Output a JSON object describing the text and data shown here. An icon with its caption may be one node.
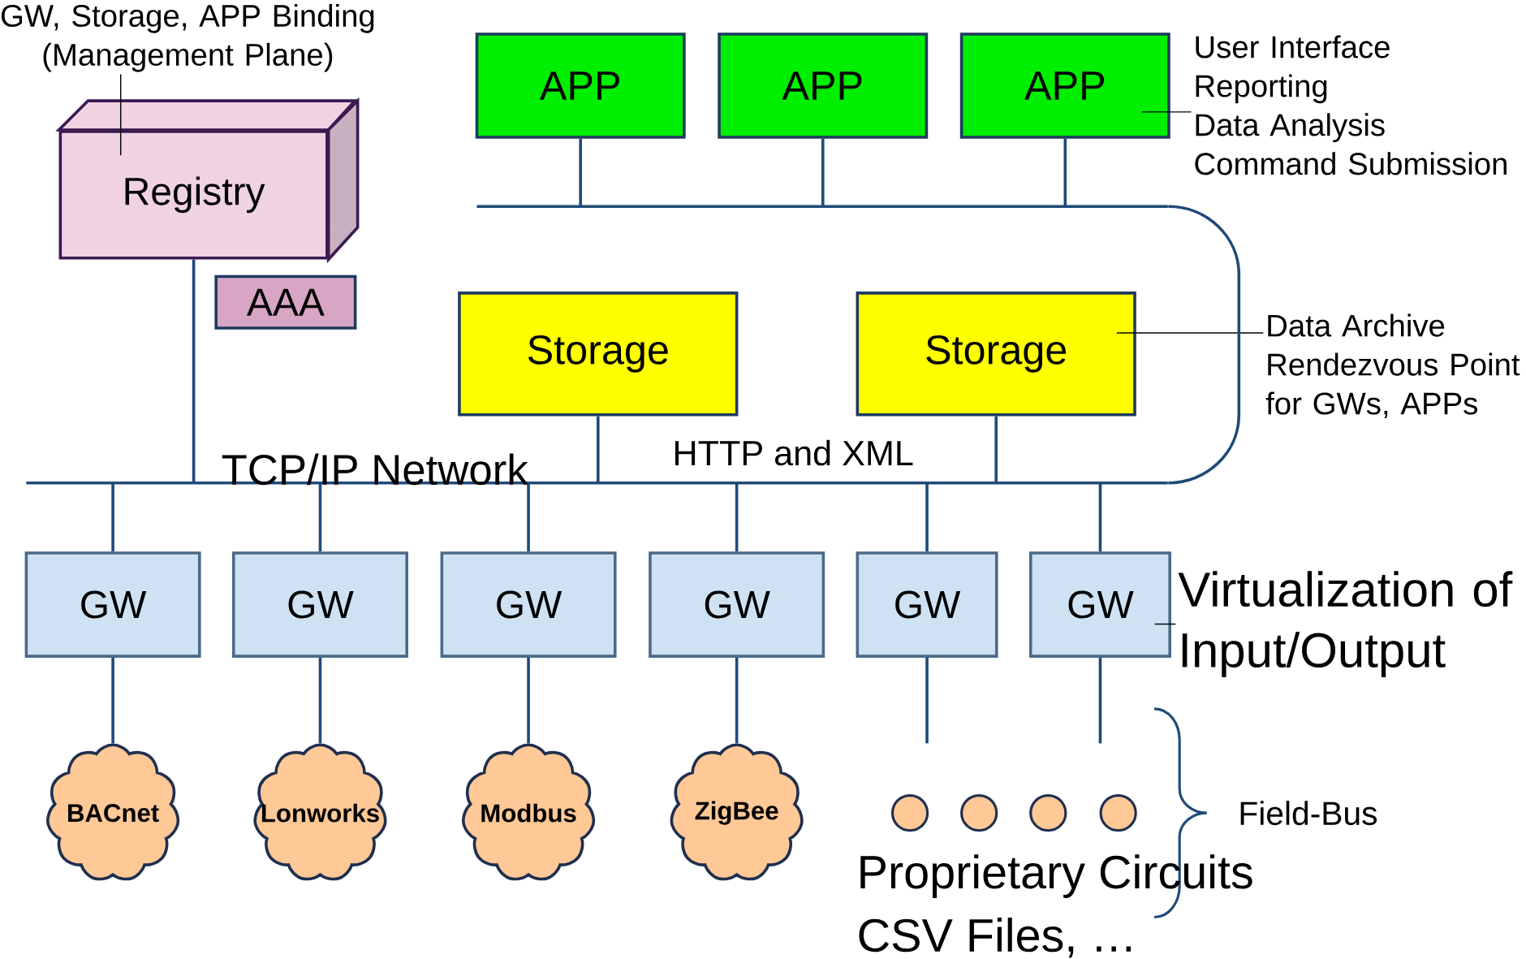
{
  "diagram": {
    "nodes": [
      {
        "text": [
          "GW, Storage, APP Binding (Management Plane)"
        ]
      },
      {
        "text": [
          "Registry"
        ]
      },
      {
        "text": [
          "AAA"
        ]
      },
      {
        "text": [
          "APP"
        ]
      },
      {
        "text": [
          "APP"
        ]
      },
      {
        "text": [
          "APP"
        ]
      },
      {
        "text": [
          "User Interface",
          "Reporting",
          "Data Analysis",
          "Command Submission"
        ]
      },
      {
        "text": [
          "Storage"
        ]
      },
      {
        "text": [
          "Storage"
        ]
      },
      {
        "text": [
          "Data Archive",
          "Rendezvous Point for GWs, APPs"
        ]
      },
      {
        "text": [],
        "shape": "bar"
      },
      {
        "text": [],
        "shape": "bar"
      },
      {
        "text": [
          "GW"
        ]
      },
      {
        "text": [
          "GW"
        ]
      },
      {
        "text": [
          "GW"
        ]
      },
      {
        "text": [
          "GW"
        ]
      },
      {
        "text": [
          "GW"
        ]
      },
      {
        "text": [
          "GW"
        ]
      },
      {
        "text": [
          "BACnet"
        ]
      },
      {
        "text": [
          "Lonworks"
        ]
      },
      {
        "text": [
          "Modbus"
        ]
      },
      {
        "text": [
          "ZigBee"
        ]
      },
      {
        "text": [],
        "shape": "circle"
      },
      {
        "text": [],
        "shape": "circle"
      },
      {
        "text": [],
        "shape": "circle"
      },
      {
        "text": [],
        "shape": "circle"
      },
      {
        "text": [
          "Virtualization of Input/Output"
        ]
      }
    ],
    "edges": [
      {
        "from": 0,
        "to": 1,
        "arrow": "none",
        "color": "#000000"
      },
      {
        "from": 6,
        "to": 5,
        "arrow": "none",
        "color": "#000000"
      },
      {
        "from": 9,
        "to": 8,
        "arrow": "none",
        "color": "#000000"
      },
      {
        "from": 26,
        "to": 17,
        "arrow": "none",
        "color": "#000000"
      },
      {
        "from": 3,
        "to": 10,
        "arrow": "none"
      },
      {
        "from": 4,
        "to": 10,
        "arrow": "none"
      },
      {
        "from": 5,
        "to": 10,
        "arrow": "none"
      },
      {
        "from": 10,
        "to": 11,
        "arrow": "none"
      },
      {
        "from": 1,
        "to": 11,
        "arrow": "none"
      },
      {
        "from": 7,
        "to": 11,
        "arrow": "none"
      },
      {
        "from": 8,
        "to": 11,
        "arrow": "none"
      },
      {
        "from": 11,
        "to": 12,
        "arrow": "none"
      },
      {
        "from": 11,
        "to": 13,
        "arrow": "none"
      },
      {
        "from": 11,
        "to": 14,
        "arrow": "none"
      },
      {
        "from": 11,
        "to": 15,
        "arrow": "none"
      },
      {
        "from": 11,
        "to": 16,
        "arrow": "none"
      },
      {
        "from": 11,
        "to": 17,
        "arrow": "none"
      },
      {
        "from": 12,
        "to": 18,
        "arrow": "none"
      },
      {
        "from": 13,
        "to": 19,
        "arrow": "none"
      },
      {
        "from": 14,
        "to": 20,
        "arrow": "none"
      },
      {
        "from": 15,
        "to": 21,
        "arrow": "none"
      },
      {
        "from": 16,
        "to": null,
        "arrow": "none"
      },
      {
        "from": 17,
        "to": null,
        "arrow": "none"
      }
    ],
    "labels": [
      "HTTP and XML",
      "TCP/IP Network",
      "Field-Bus",
      "Proprietary Circuits",
      "CSV Files, …"
    ]
  }
}
